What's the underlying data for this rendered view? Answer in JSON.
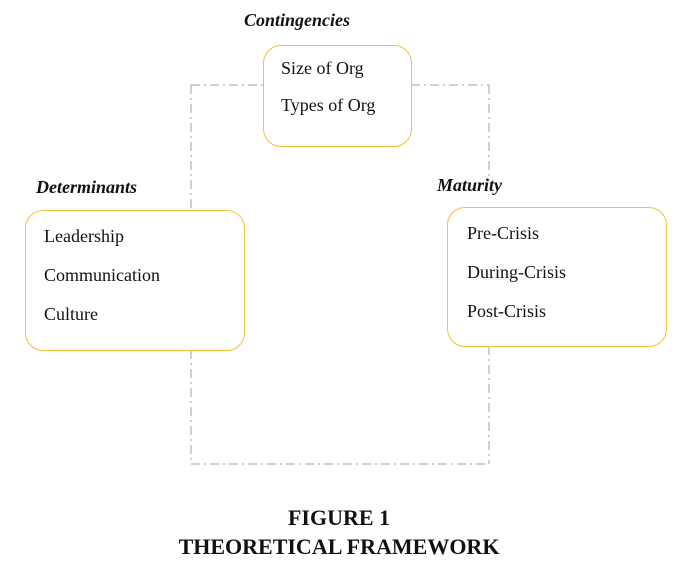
{
  "diagram": {
    "contingencies": {
      "heading": "Contingencies",
      "items": [
        "Size of Org",
        "Types of Org"
      ]
    },
    "determinants": {
      "heading": "Determinants",
      "items": [
        "Leadership",
        "Communication",
        "Culture"
      ]
    },
    "maturity": {
      "heading": "Maturity",
      "items": [
        "Pre-Crisis",
        "During-Crisis",
        "Post-Crisis"
      ]
    }
  },
  "caption": {
    "line1": "FIGURE 1",
    "line2": "THEORETICAL FRAMEWORK"
  },
  "colors": {
    "box_border": "#f2c03a",
    "connector": "#b5b5b5"
  }
}
